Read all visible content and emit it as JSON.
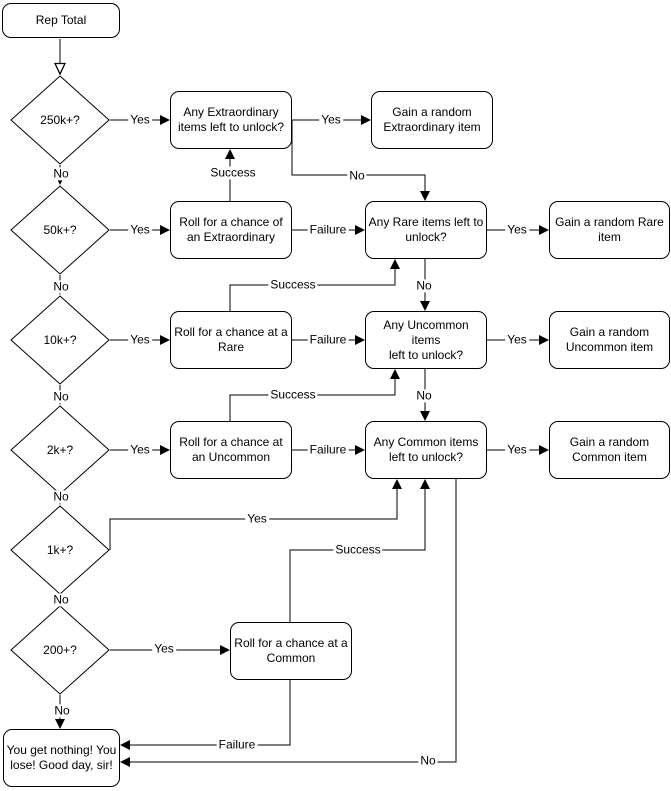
{
  "diagram": {
    "description": "Reputation loot roll flowchart",
    "colors": {
      "stroke": "#000000",
      "node_fill": "#ffffff",
      "text": "#000000",
      "background": "#ffffff"
    },
    "nodes": {
      "rep_total": {
        "type": "start",
        "label": "Rep Total"
      },
      "d_250k": {
        "type": "decision",
        "label": "250k+?"
      },
      "any_extraordinary": {
        "type": "process",
        "label": "Any Extraordinary\nitems left to unlock?"
      },
      "gain_extraordinary": {
        "type": "process",
        "label": "Gain a random\nExtraordinary item"
      },
      "d_50k": {
        "type": "decision",
        "label": "50k+?"
      },
      "roll_extraordinary": {
        "type": "process",
        "label": "Roll for a chance of\nan Extraordinary"
      },
      "any_rare": {
        "type": "process",
        "label": "Any Rare items left to\nunlock?"
      },
      "gain_rare": {
        "type": "process",
        "label": "Gain a random Rare\nitem"
      },
      "d_10k": {
        "type": "decision",
        "label": "10k+?"
      },
      "roll_rare": {
        "type": "process",
        "label": "Roll for a chance at a\nRare"
      },
      "any_uncommon": {
        "type": "process",
        "label": "Any Uncommon items\nleft to unlock?"
      },
      "gain_uncommon": {
        "type": "process",
        "label": "Gain a random\nUncommon item"
      },
      "d_2k": {
        "type": "decision",
        "label": "2k+?"
      },
      "roll_uncommon": {
        "type": "process",
        "label": "Roll for a chance at\nan Uncommon"
      },
      "any_common": {
        "type": "process",
        "label": "Any Common items\nleft to unlock?"
      },
      "gain_common": {
        "type": "process",
        "label": "Gain a random\nCommon item"
      },
      "d_1k": {
        "type": "decision",
        "label": "1k+?"
      },
      "d_200": {
        "type": "decision",
        "label": "200+?"
      },
      "roll_common": {
        "type": "process",
        "label": "Roll for a chance at a\nCommon"
      },
      "nothing": {
        "type": "end",
        "label": "You get nothing! You\nlose! Good day, sir!"
      }
    },
    "edges": [
      {
        "from": "rep_total",
        "to": "d_250k"
      },
      {
        "from": "d_250k",
        "to": "any_extraordinary",
        "label": "Yes"
      },
      {
        "from": "d_250k",
        "to": "d_50k",
        "label": "No"
      },
      {
        "from": "any_extraordinary",
        "to": "gain_extraordinary",
        "label": "Yes"
      },
      {
        "from": "any_extraordinary",
        "to": "any_rare",
        "label": "No"
      },
      {
        "from": "d_50k",
        "to": "roll_extraordinary",
        "label": "Yes"
      },
      {
        "from": "d_50k",
        "to": "d_10k",
        "label": "No"
      },
      {
        "from": "roll_extraordinary",
        "to": "any_extraordinary",
        "label": "Success"
      },
      {
        "from": "roll_extraordinary",
        "to": "any_rare",
        "label": "Failure"
      },
      {
        "from": "any_rare",
        "to": "gain_rare",
        "label": "Yes"
      },
      {
        "from": "any_rare",
        "to": "any_uncommon",
        "label": "No"
      },
      {
        "from": "roll_rare",
        "to": "any_rare",
        "label": "Success"
      },
      {
        "from": "d_10k",
        "to": "roll_rare",
        "label": "Yes"
      },
      {
        "from": "d_10k",
        "to": "d_2k",
        "label": "No"
      },
      {
        "from": "roll_rare",
        "to": "any_uncommon",
        "label": "Failure"
      },
      {
        "from": "any_uncommon",
        "to": "gain_uncommon",
        "label": "Yes"
      },
      {
        "from": "any_uncommon",
        "to": "any_common",
        "label": "No"
      },
      {
        "from": "roll_uncommon",
        "to": "any_uncommon",
        "label": "Success"
      },
      {
        "from": "d_2k",
        "to": "roll_uncommon",
        "label": "Yes"
      },
      {
        "from": "d_2k",
        "to": "d_1k",
        "label": "No"
      },
      {
        "from": "roll_uncommon",
        "to": "any_common",
        "label": "Failure"
      },
      {
        "from": "any_common",
        "to": "gain_common",
        "label": "Yes"
      },
      {
        "from": "any_common",
        "to": "nothing",
        "label": "No"
      },
      {
        "from": "d_1k",
        "to": "any_common",
        "label": "Yes"
      },
      {
        "from": "d_1k",
        "to": "d_200",
        "label": "No"
      },
      {
        "from": "d_200",
        "to": "roll_common",
        "label": "Yes"
      },
      {
        "from": "d_200",
        "to": "nothing",
        "label": "No"
      },
      {
        "from": "roll_common",
        "to": "any_common",
        "label": "Success"
      },
      {
        "from": "roll_common",
        "to": "nothing",
        "label": "Failure"
      }
    ]
  }
}
